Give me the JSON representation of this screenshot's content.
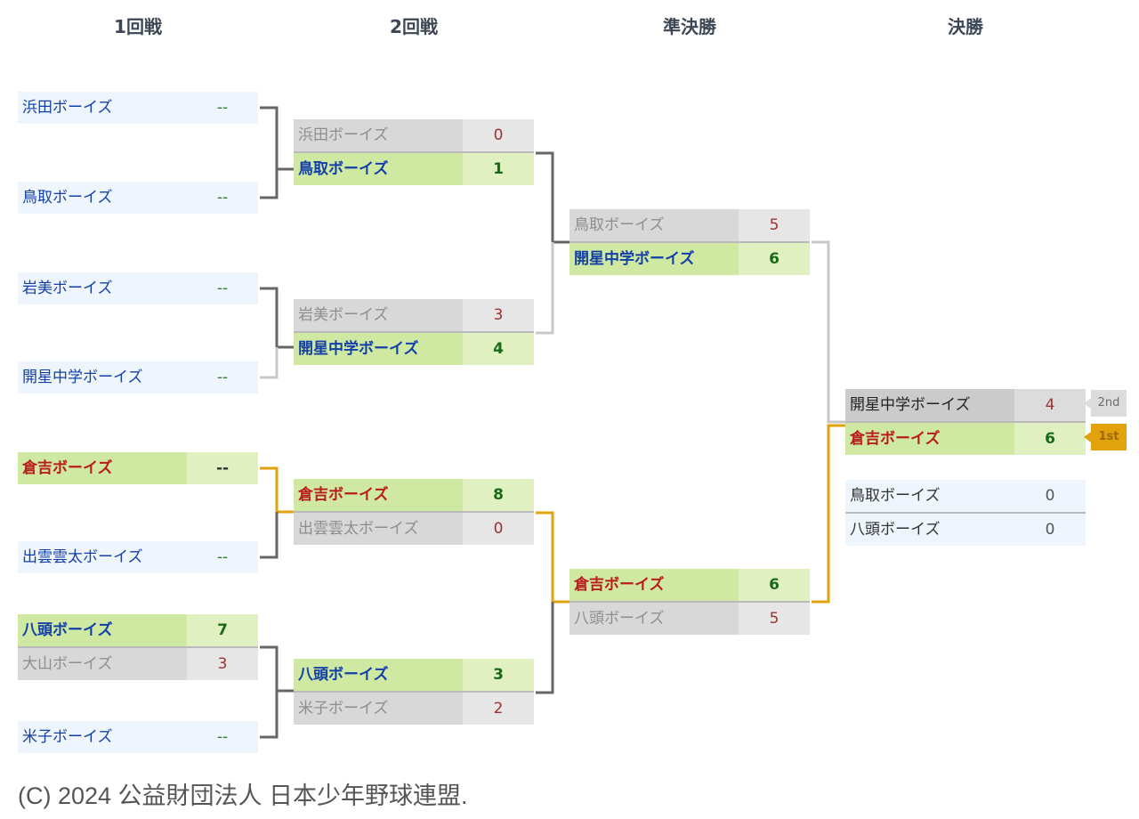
{
  "rounds": [
    "1回戦",
    "2回戦",
    "準決勝",
    "決勝"
  ],
  "round1": [
    {
      "name": "浜田ボーイズ",
      "score": "--"
    },
    {
      "name": "鳥取ボーイズ",
      "score": "--"
    },
    {
      "name": "岩美ボーイズ",
      "score": "--"
    },
    {
      "name": "開星中学ボーイズ",
      "score": "--"
    },
    {
      "name": "倉吉ボーイズ",
      "score": "--"
    },
    {
      "name": "出雲雲太ボーイズ",
      "score": "--"
    },
    {
      "name": "八頭ボーイズ",
      "score": "7"
    },
    {
      "name": "大山ボーイズ",
      "score": "3"
    },
    {
      "name": "米子ボーイズ",
      "score": "--"
    }
  ],
  "round2": [
    {
      "name": "浜田ボーイズ",
      "score": "0"
    },
    {
      "name": "鳥取ボーイズ",
      "score": "1"
    },
    {
      "name": "岩美ボーイズ",
      "score": "3"
    },
    {
      "name": "開星中学ボーイズ",
      "score": "4"
    },
    {
      "name": "倉吉ボーイズ",
      "score": "8"
    },
    {
      "name": "出雲雲太ボーイズ",
      "score": "0"
    },
    {
      "name": "八頭ボーイズ",
      "score": "3"
    },
    {
      "name": "米子ボーイズ",
      "score": "2"
    }
  ],
  "semi": [
    {
      "name": "鳥取ボーイズ",
      "score": "5"
    },
    {
      "name": "開星中学ボーイズ",
      "score": "6"
    },
    {
      "name": "倉吉ボーイズ",
      "score": "6"
    },
    {
      "name": "八頭ボーイズ",
      "score": "5"
    }
  ],
  "final": [
    {
      "name": "開星中学ボーイズ",
      "score": "4"
    },
    {
      "name": "倉吉ボーイズ",
      "score": "6"
    }
  ],
  "third_place": [
    {
      "name": "鳥取ボーイズ",
      "score": "0"
    },
    {
      "name": "八頭ボーイズ",
      "score": "0"
    }
  ],
  "badges": {
    "second": "2nd",
    "first": "1st"
  },
  "footer": "(C) 2024 公益財団法人 日本少年野球連盟.",
  "colors": {
    "winner_bg": "#cfe8a2",
    "loser_bg": "#d8d8d8",
    "pending_bg": "#eef5fd",
    "champion_path": "#e1a20b",
    "line_dark": "#666666",
    "line_light": "#c8c8c8"
  }
}
